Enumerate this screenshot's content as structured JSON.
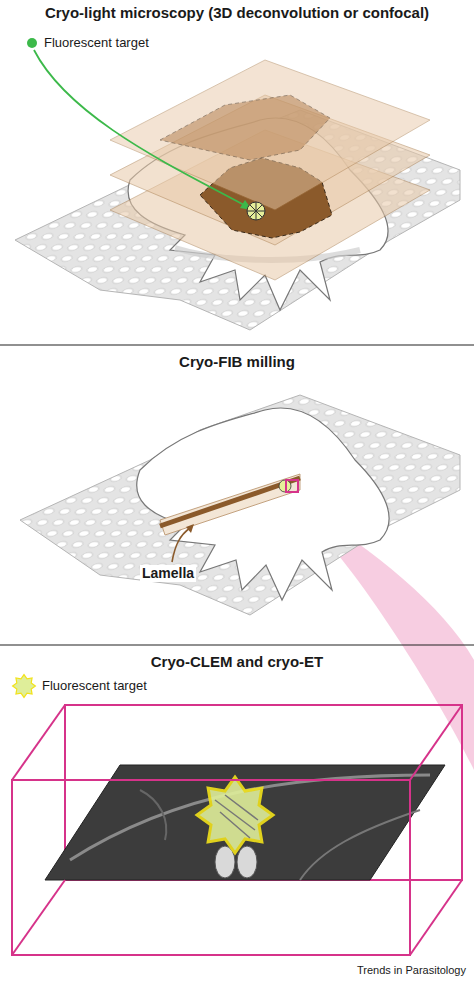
{
  "diagram": {
    "labels": [
      "Cryo-light microscopy (3D deconvolution or confocal)",
      "Fluorescent target",
      "Cryo-FIB milling",
      "Lamella",
      "Cryo-CLEM and cryo-ET",
      "Fluorescent target",
      "Trends in Parasitology"
    ]
  }
}
